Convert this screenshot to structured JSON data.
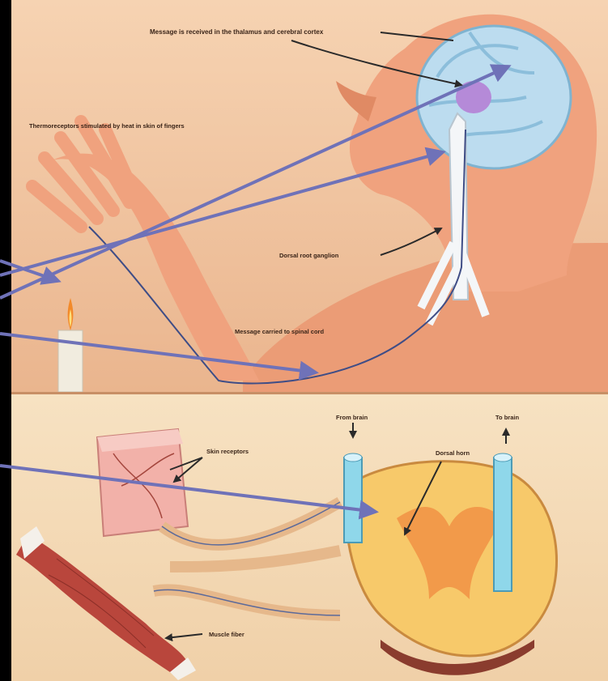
{
  "colors": {
    "background": "#000000",
    "panel_top": "#f3c9a4",
    "panel_bottom": "#f5dcb8",
    "skin": "#f0a27e",
    "skin_shadow": "#d67a55",
    "brain": "#bcdcef",
    "spinal_cord": "#f7c96a",
    "muscle": "#b9463c",
    "pointer_arrow": "#6f72b8",
    "label_text": "#3a2418"
  },
  "labels": {
    "brain_message": "Message is received in the thalamus and cerebral cortex",
    "thermoreceptors": "Thermoreceptors stimulated by heat in skin of fingers",
    "dorsal_pathway": "Dorsal root ganglion",
    "message_spinal": "Message carried to spinal cord",
    "from_brain": "From brain",
    "to_brain": "To brain",
    "dorsal_horn": "Dorsal horn",
    "receptors": "Skin receptors",
    "muscle_fiber": "Muscle fiber"
  },
  "icons": [
    "candle-icon",
    "arrow-icon"
  ]
}
